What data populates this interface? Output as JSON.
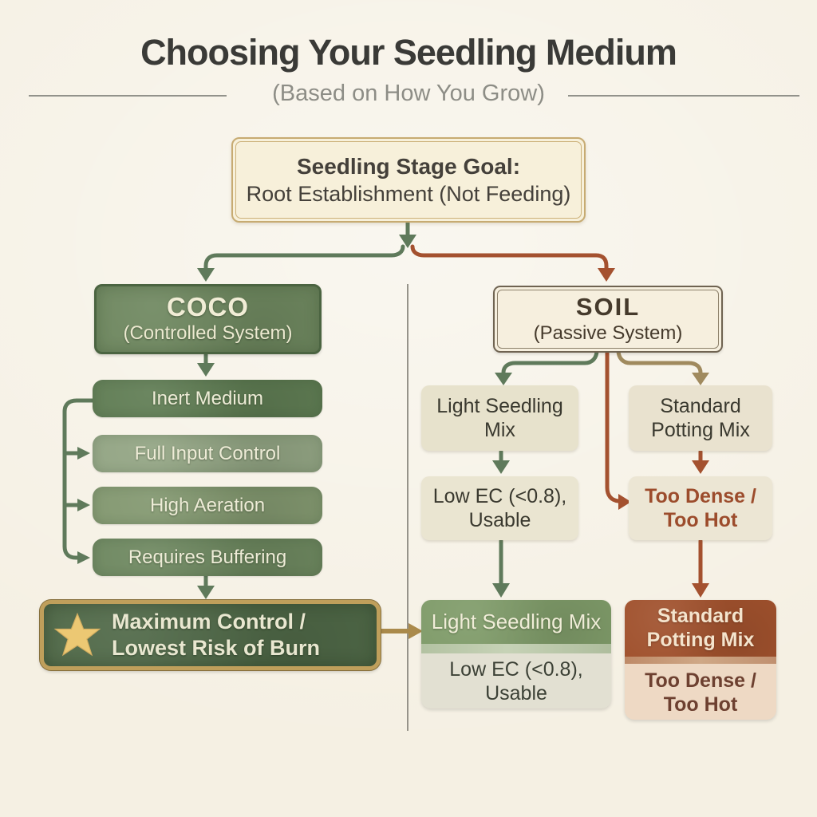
{
  "title": "Choosing Your Seedling Medium",
  "subtitle": "(Based on How You Grow)",
  "goal_box": {
    "heading": "Seedling Stage Goal:",
    "body": "Root Establishment (Not Feeding)"
  },
  "coco_branch": {
    "title": "COCO",
    "subtitle": "(Controlled System)",
    "traits": [
      "Inert Medium",
      "Full Input Control",
      "High Aeration",
      "Requires Buffering"
    ],
    "outcome": {
      "icon": "star-icon",
      "line1": "Maximum Control /",
      "line2": "Lowest Risk of Burn"
    }
  },
  "soil_branch": {
    "title": "SOIL",
    "subtitle": "(Passive System)",
    "light_mix": {
      "option_line1": "Light Seedling",
      "option_line2": "Mix",
      "verdict_line1": "Low EC (<0.8),",
      "verdict_line2": "Usable",
      "summary_title": "Light Seedling Mix",
      "summary_line1": "Low EC (<0.8),",
      "summary_line2": "Usable"
    },
    "standard_mix": {
      "option_line1": "Standard",
      "option_line2": "Potting Mix",
      "verdict_line1": "Too Dense /",
      "verdict_line2": "Too Hot",
      "summary_title_line1": "Standard",
      "summary_title_line2": "Potting Mix",
      "summary_line1": "Too Dense /",
      "summary_line2": "Too Hot"
    }
  },
  "colors": {
    "background": "#f5f0e3",
    "title_text": "#3a3a37",
    "subtitle_text": "#8d8d86",
    "green_line": "#5f7a5b",
    "red_line": "#a4512f",
    "tan_line": "#a08a5e",
    "gold_line": "#aa8a4b",
    "coco_green": "#6e875f",
    "outcome_green": "#4f6847",
    "gold_border": "#bf9f5b",
    "soil_cream": "#f6efde",
    "summary_green": "#7f9b69",
    "rust": "#a0512d",
    "star_gold": "#ecc873"
  }
}
